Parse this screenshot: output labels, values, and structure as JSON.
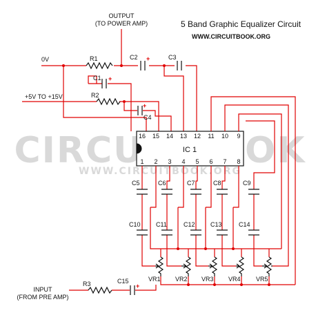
{
  "title": "5 Band Graphic Equalizer Circuit",
  "website": "WWW.CIRCUITBOOK.ORG",
  "watermark": {
    "main": "CIRCUITBOOK",
    "sub": "WWW.CIRCUITBOOK.ORG"
  },
  "output_label": {
    "line1": "OUTPUT",
    "line2": "(TO POWER AMP)"
  },
  "ground_label": "0V",
  "supply_label": "+5V TO +15V",
  "input_label": {
    "line1": "INPUT",
    "line2": "(FROM PRE AMP)"
  },
  "ic": {
    "name": "IC 1",
    "top_pins": [
      "16",
      "15",
      "14",
      "13",
      "12",
      "11",
      "10",
      "9"
    ],
    "bottom_pins": [
      "1",
      "2",
      "3",
      "4",
      "5",
      "6",
      "7",
      "8"
    ]
  },
  "polarity_mark": "+",
  "components": {
    "R1": "R1",
    "R2": "R2",
    "R3": "R3",
    "C1": "C1",
    "C2": "C2",
    "C3": "C3",
    "C4": "C4",
    "C5": "C5",
    "C6": "C6",
    "C7": "C7",
    "C8": "C8",
    "C9": "C9",
    "C10": "C10",
    "C11": "C11",
    "C12": "C12",
    "C13": "C13",
    "C14": "C14",
    "C15": "C15",
    "VR1": "VR1",
    "VR2": "VR2",
    "VR3": "VR3",
    "VR4": "VR4",
    "VR5": "VR5"
  },
  "colors": {
    "wire": "#e00000",
    "component": "#111111",
    "watermark": "#d9d9d9"
  }
}
